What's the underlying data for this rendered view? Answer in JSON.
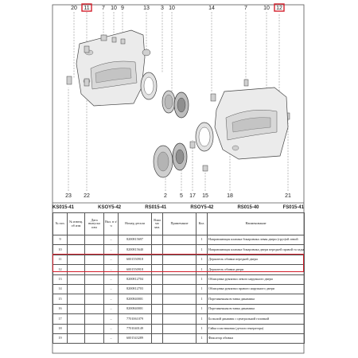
{
  "colors": {
    "highlight": "#d21f2c",
    "line": "#444444",
    "part_fill": "#e6e6e6"
  },
  "callouts_top": [
    "20",
    "11",
    "7",
    "10",
    "9",
    "13",
    "3",
    "10",
    "14",
    "7",
    "10",
    "12"
  ],
  "callouts_bottom": [
    "23",
    "22",
    "2",
    "5",
    "17",
    "15",
    "18",
    "21"
  ],
  "models_band": [
    "KS015-41",
    "KSOY5-42",
    "RS015-41",
    "RSOY5-42",
    "RS015-40",
    "FS015-41"
  ],
  "table": {
    "headers": [
      "№ поз.",
      "№ извещ. об изм",
      "Дата выпуска изм",
      "Вкл. в з/ч",
      "Номер детали",
      "Взаи мо зам.",
      "Примечание",
      "Кол.",
      "Наименование"
    ],
    "rows": [
      {
        "pos": "9",
        "part": "8200815697",
        "qty": "1",
        "name": "Направляющая клапана бокаровика левая двери (груз)ой левой"
      },
      {
        "pos": "10",
        "part": "8200815640",
        "qty": "1",
        "name": "Направляющая клапана бокаровика двери передней правой та задней правой"
      },
      {
        "pos": "11",
        "part": "6001550918",
        "qty": "1",
        "name": "Держатель обивки передней двери"
      },
      {
        "pos": "12",
        "part": "6001550918",
        "qty": "1",
        "name": "Держатель обивки двери"
      },
      {
        "pos": "13",
        "part": "8200812704",
        "qty": "1",
        "name": "Облицовка рукоятки левого наружного двери"
      },
      {
        "pos": "14",
        "part": "8200812703",
        "qty": "1",
        "name": "Облицовка рукоятки правого наружного двери"
      },
      {
        "pos": "15",
        "part": "8200840001",
        "qty": "1",
        "name": "Порезиненная вставка динамика"
      },
      {
        "pos": "16",
        "part": "8200840001",
        "qty": "1",
        "name": "Порезиненная вставка динамика"
      },
      {
        "pos": "17",
        "part": "7701061079",
        "qty": "1",
        "name": "Большой динамик с центральной головкой"
      },
      {
        "pos": "18",
        "part": "7701040149",
        "qty": "1",
        "name": "Гайка пластиковая (детали генератора)"
      },
      {
        "pos": "19",
        "part": "6001543289",
        "qty": "1",
        "name": "Фиксатор обивки"
      }
    ]
  }
}
